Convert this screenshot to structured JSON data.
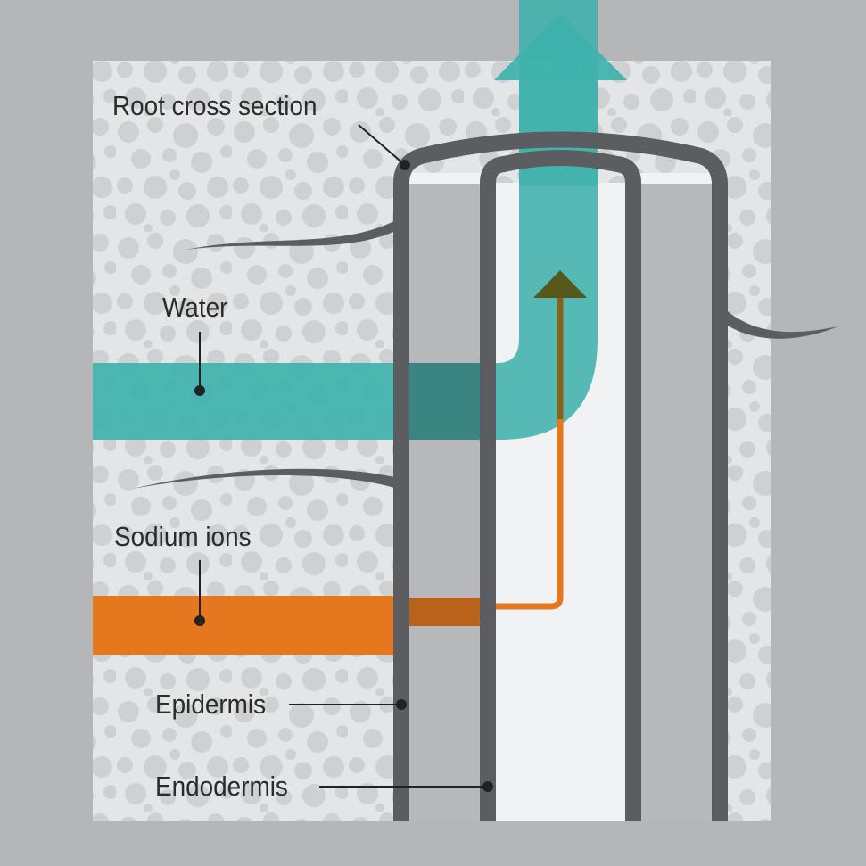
{
  "labels": {
    "root_cross_section": "Root cross section",
    "water": "Water",
    "sodium_ions": "Sodium ions",
    "epidermis": "Epidermis",
    "endodermis": "Endodermis"
  },
  "colors": {
    "frame_background": "#b5b6b8",
    "soil": "#e4e5e6",
    "soil_particles": "#cfd0d2",
    "cortex": "#b7b8ba",
    "stele": "#f1f2f3",
    "root_wall": "#5c5d60",
    "water": "#3fb2ac",
    "sodium": "#e5771e",
    "sodium_arrow_head": "#58581c"
  }
}
